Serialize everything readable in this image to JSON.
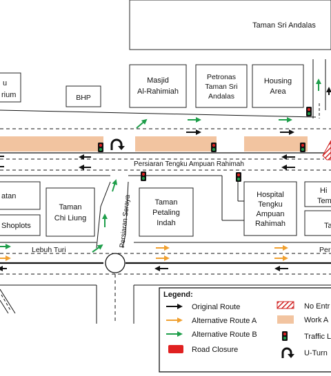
{
  "places": {
    "taman_sri_andalas": "Taman Sri Andalas",
    "masjid_l1": "Masjid",
    "masjid_l2": "Al-Rahimiah",
    "petronas_l1": "Petronas",
    "petronas_l2": "Taman Sri",
    "petronas_l3": "Andalas",
    "housing_l1": "Housing",
    "housing_l2": "Area",
    "bhp": "BHP",
    "left_top_l1": "u",
    "left_top_l2": "rium",
    "left_mid": "atan",
    "shoplots": "Shoplots",
    "chi_liung_l1": "Taman",
    "chi_liung_l2": "Chi Liung",
    "petaling_l1": "Taman",
    "petaling_l2": "Petaling",
    "petaling_l3": "Indah",
    "hospital_l1": "Hospital",
    "hospital_l2": "Tengku",
    "hospital_l3": "Ampuan",
    "hospital_l4": "Rahimah",
    "right_top_l1": "Hi",
    "right_top_l2": "Tem",
    "right_mid": "Ta"
  },
  "roads": {
    "persiaran_tengku": "Persiaran Tengku Ampuan Rahimah",
    "lebuh_turi": "Lebuh Turi",
    "persiaran_seraya": "Persiaran Seraya",
    "per_cut": "Per"
  },
  "legend": {
    "title": "Legend:",
    "original_route": "Original Route",
    "alt_route_a": "Alternative Route A",
    "alt_route_b": "Alternative Route B",
    "road_closure": "Road Closure",
    "no_entry": "No Entr",
    "work_area": "Work A",
    "traffic_light": "Traffic L",
    "u_turn": "U-Turn"
  },
  "colors": {
    "original": "#111111",
    "route_a": "#f0a030",
    "route_b": "#1e9e4a",
    "closure": "#e02020",
    "work_area": "#f2c4a0",
    "no_entry": "#d02020"
  }
}
